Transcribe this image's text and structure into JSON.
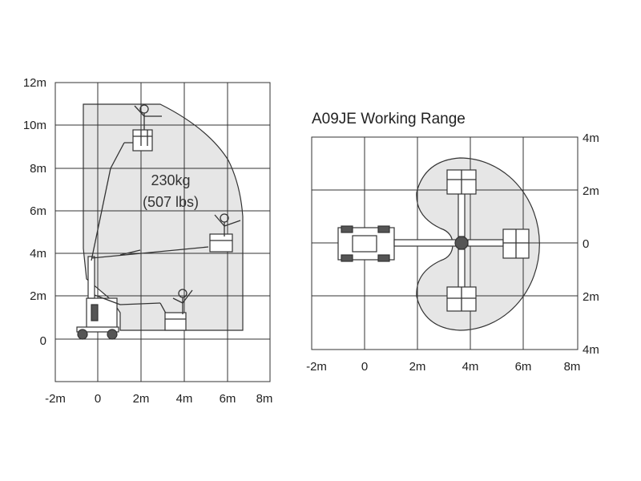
{
  "side_view": {
    "y_ticks": [
      "12m",
      "10m",
      "8m",
      "6m",
      "4m",
      "2m",
      "0"
    ],
    "x_ticks": [
      "-2m",
      "0",
      "2m",
      "4m",
      "6m",
      "8m"
    ],
    "capacity_kg": "230kg",
    "capacity_lbs": "(507 lbs)"
  },
  "top_view": {
    "title": "A09JE Working Range",
    "y_ticks": [
      "4m",
      "2m",
      "0",
      "2m",
      "4m"
    ],
    "x_ticks": [
      "-2m",
      "0",
      "2m",
      "4m",
      "6m",
      "8m"
    ]
  }
}
